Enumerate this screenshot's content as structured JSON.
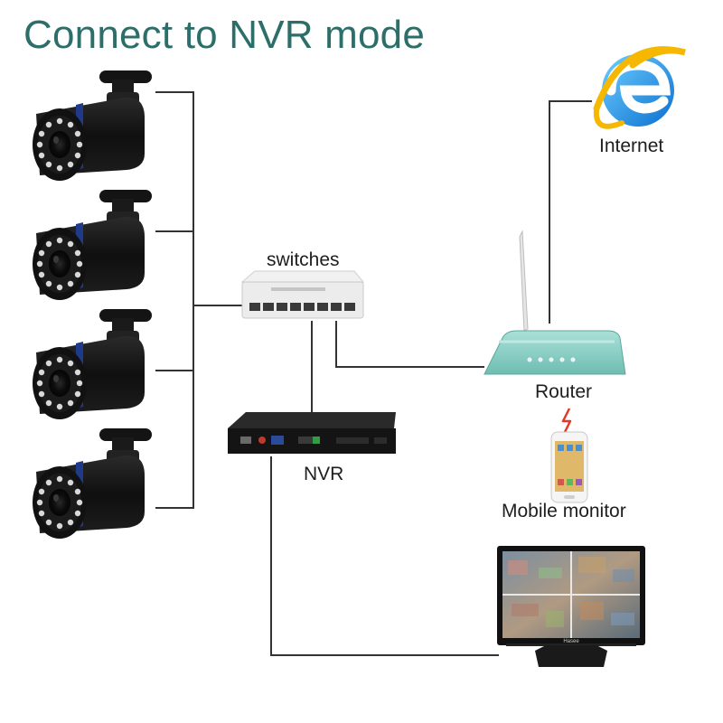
{
  "title": "Connect to NVR mode",
  "labels": {
    "internet": "Internet",
    "switches": "switches",
    "router": "Router",
    "nvr": "NVR",
    "mobile": "Mobile monitor",
    "monitor_brand": "Hasee"
  },
  "icons": {
    "internet": "internet-explorer-icon",
    "camera": "bullet-camera-icon",
    "switch": "network-switch-icon",
    "nvr": "nvr-recorder-icon",
    "router": "wifi-router-icon",
    "phone": "smartphone-icon",
    "monitor": "lcd-monitor-icon",
    "wireless": "wireless-signal-icon"
  },
  "colors": {
    "title": "#2c6e6a",
    "wire": "#333333",
    "router_body": "#8fd0c8",
    "signal": "#e23a2a"
  }
}
